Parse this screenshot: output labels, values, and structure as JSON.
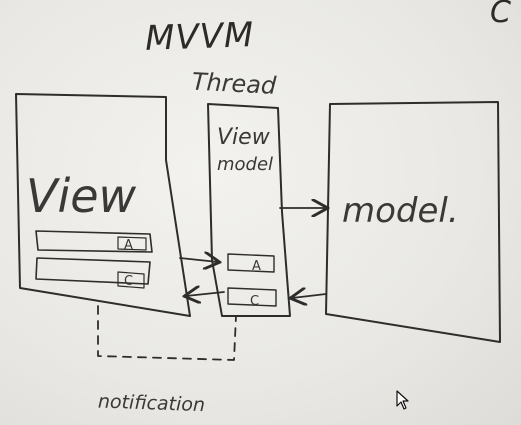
{
  "diagram": {
    "title": "MVVM",
    "corner_text": "C",
    "thread_label": "Thread",
    "view": {
      "label": "View",
      "slot_a": "A",
      "slot_c": "C"
    },
    "viewmodel": {
      "label_line1": "View",
      "label_line2": "model",
      "slot_a": "A",
      "slot_c": "C"
    },
    "model": {
      "label": "model."
    },
    "notification_label": "notification"
  }
}
